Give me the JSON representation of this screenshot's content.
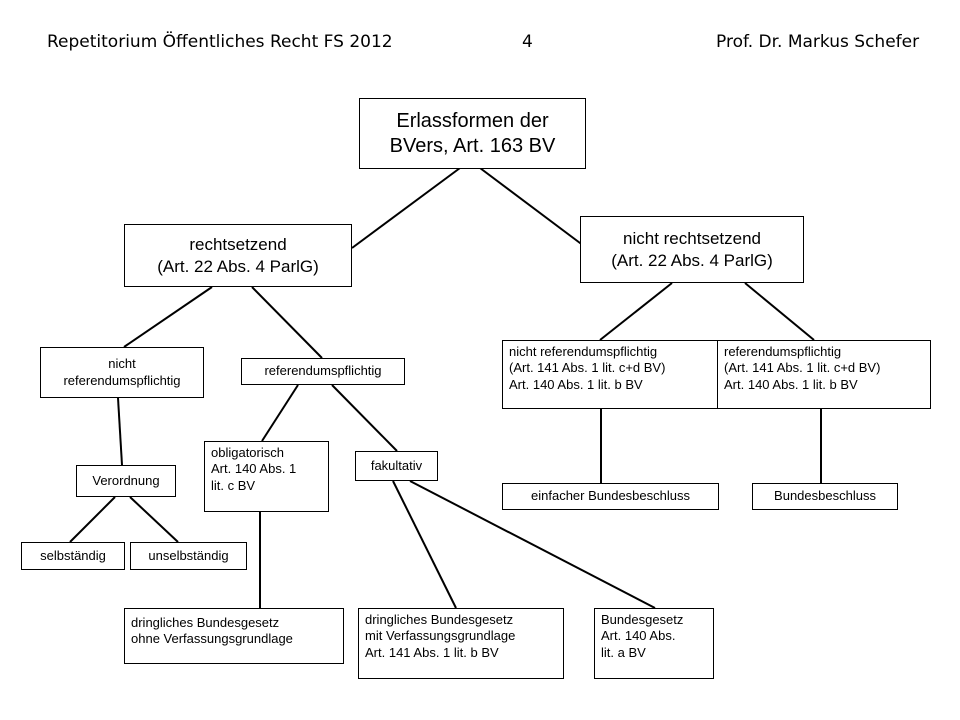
{
  "header": {
    "left": "Repetitorium Öffentliches Recht FS 2012",
    "center": "4",
    "right": "Prof. Dr. Markus Schefer"
  },
  "diagram": {
    "root": [
      "Erlassformen der",
      "BVers, Art. 163 BV"
    ],
    "rechtsetzend": [
      "rechtsetzend",
      "(Art. 22 Abs. 4 ParlG)"
    ],
    "nicht_rechtsetzend": [
      "nicht rechtsetzend",
      "(Art. 22 Abs. 4 ParlG)"
    ],
    "nicht_referendumspflichtig_left": [
      "nicht",
      "referendumspflichtig"
    ],
    "referendumspflichtig_left": [
      "referendumspflichtig"
    ],
    "nicht_referendumspflichtig_right": [
      "nicht referendumspflichtig",
      "(Art. 141 Abs. 1 lit. c+d BV)",
      "Art. 140 Abs. 1 lit. b BV"
    ],
    "referendumspflichtig_right": [
      "referendumspflichtig",
      "(Art. 141 Abs. 1 lit. c+d BV)",
      "Art. 140 Abs. 1 lit. b BV"
    ],
    "verordnung": [
      "Verordnung"
    ],
    "obligatorisch": [
      "obligatorisch",
      "Art. 140 Abs. 1",
      "lit. c BV"
    ],
    "fakultativ": [
      "fakultativ"
    ],
    "einfacher_bundesbeschluss": [
      "einfacher Bundesbeschluss"
    ],
    "bundesbeschluss": [
      "Bundesbeschluss"
    ],
    "selbstaendig": [
      "selbständig"
    ],
    "unselbstaendig": [
      "unselbständig"
    ],
    "dringliches_ohne": [
      "dringliches Bundesgesetz",
      "ohne Verfassungsgrundlage"
    ],
    "dringliches_mit": [
      "dringliches Bundesgesetz",
      "mit Verfassungsgrundlage",
      "Art. 141 Abs. 1 lit. b BV"
    ],
    "bundesgesetz": [
      "Bundesgesetz",
      "Art. 140 Abs.",
      "lit. a BV"
    ]
  }
}
